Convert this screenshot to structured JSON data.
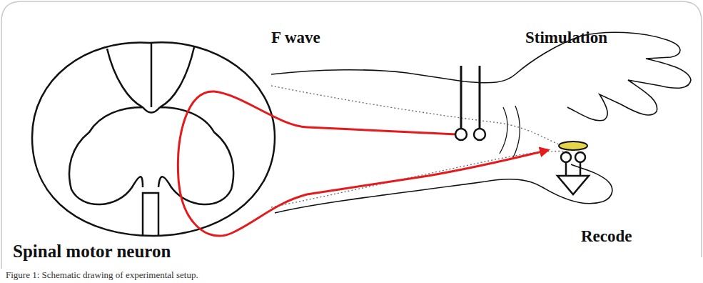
{
  "diagram": {
    "caption": "Figure 1: Schematic drawing of experimental setup.",
    "labels": [
      "F wave",
      "Stimulation",
      "Recode",
      "Spinal motor neuron"
    ]
  }
}
